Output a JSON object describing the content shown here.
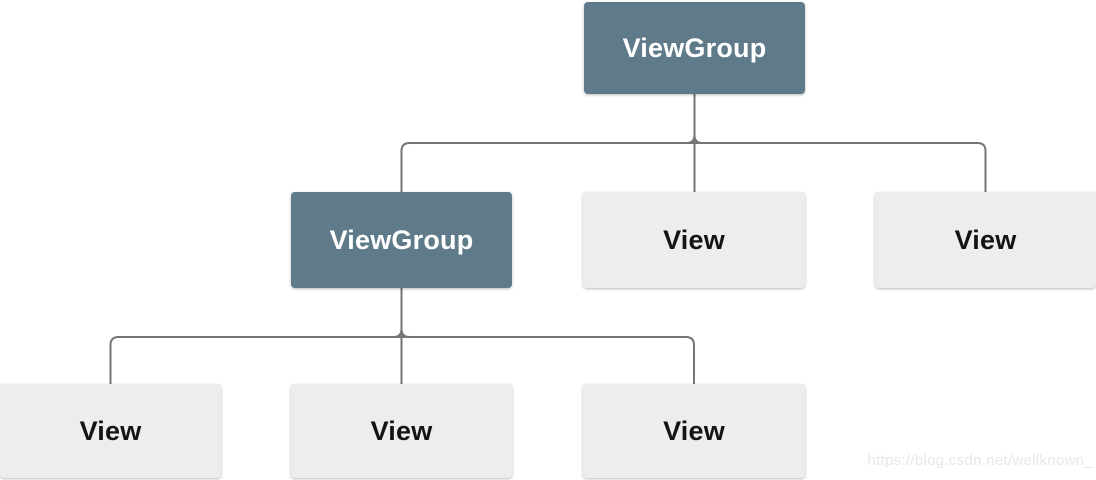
{
  "diagram": {
    "title_none": "",
    "nodes": [
      {
        "id": "root",
        "label": "ViewGroup",
        "type": "group",
        "level": 1
      },
      {
        "id": "l2-group",
        "label": "ViewGroup",
        "type": "group",
        "level": 2
      },
      {
        "id": "l2-view1",
        "label": "View",
        "type": "view",
        "level": 2
      },
      {
        "id": "l2-view2",
        "label": "View",
        "type": "view",
        "level": 2
      },
      {
        "id": "l3-view1",
        "label": "View",
        "type": "view",
        "level": 3
      },
      {
        "id": "l3-view2",
        "label": "View",
        "type": "view",
        "level": 3
      },
      {
        "id": "l3-view3",
        "label": "View",
        "type": "view",
        "level": 3
      }
    ],
    "edges": [
      {
        "from": "root",
        "to": [
          "l2-group",
          "l2-view1",
          "l2-view2"
        ]
      },
      {
        "from": "l2-group",
        "to": [
          "l3-view1",
          "l3-view2",
          "l3-view3"
        ]
      }
    ],
    "colors": {
      "group_fill": "#5f7a89",
      "group_text": "#ffffff",
      "view_fill": "#ededed",
      "view_text": "#141414",
      "connector_line": "#757575",
      "watermark_text": "#e7e7e7",
      "background": "#ffffff"
    },
    "watermark": "https://blog.csdn.net/wellknown_"
  }
}
